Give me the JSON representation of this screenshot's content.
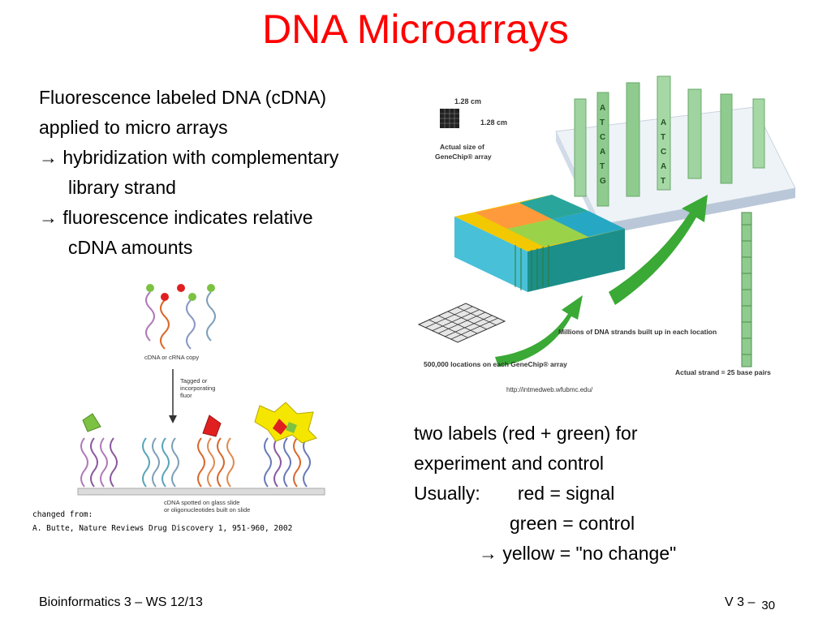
{
  "slide": {
    "title": "DNA Microarrays",
    "left_text": {
      "line1": "Fluorescence labeled DNA (cDNA)",
      "line2": "applied to micro arrays",
      "line3": "hybridization with complementary",
      "line4": "library strand",
      "line5": "fluorescence indicates relative",
      "line6": "cDNA amounts"
    },
    "right_text": {
      "line1": "two labels (red + green) for",
      "line2": "experiment and control",
      "line3_a": "Usually:",
      "line3_b": "red = signal",
      "line4": "green = control",
      "line5": "yellow = \"no change\""
    },
    "arrow_symbol": "→",
    "footer_left": "Bioinformatics 3 – WS 12/13",
    "footer_right": "V 3 –",
    "page_number": "30"
  },
  "genechip_figure": {
    "size_1": "1.28 cm",
    "size_2": "1.28 cm",
    "actual_size_1": "Actual size of",
    "actual_size_2": "GeneChip® array",
    "millions": "Millions of DNA strands built up in each location",
    "locations": "500,000 locations on each GeneChip® array",
    "actual_strand": "Actual strand = 25 base pairs",
    "url": "http://intmedweb.wfubmc.edu/",
    "bases": [
      "A",
      "T",
      "C",
      "A",
      "T",
      "G"
    ]
  },
  "butte_figure": {
    "cdna_copy": "cDNA or cRNA copy",
    "tagged_1": "Tagged or",
    "tagged_2": "incorporating",
    "tagged_3": "fluor",
    "spotted_1": "cDNA spotted on glass slide",
    "spotted_2": "or oligonucleotides built on slide",
    "caption_1": "changed from:",
    "caption_2": "A. Butte, Nature Reviews Drug Discovery 1, 951-960, 2002"
  },
  "colors": {
    "title": "#ff0000",
    "chip_green": "#7fc97f",
    "chip_teal": "#2aa59c",
    "probe_red": "#e02020",
    "probe_green": "#7cc242",
    "probe_yellow": "#f5e600"
  }
}
